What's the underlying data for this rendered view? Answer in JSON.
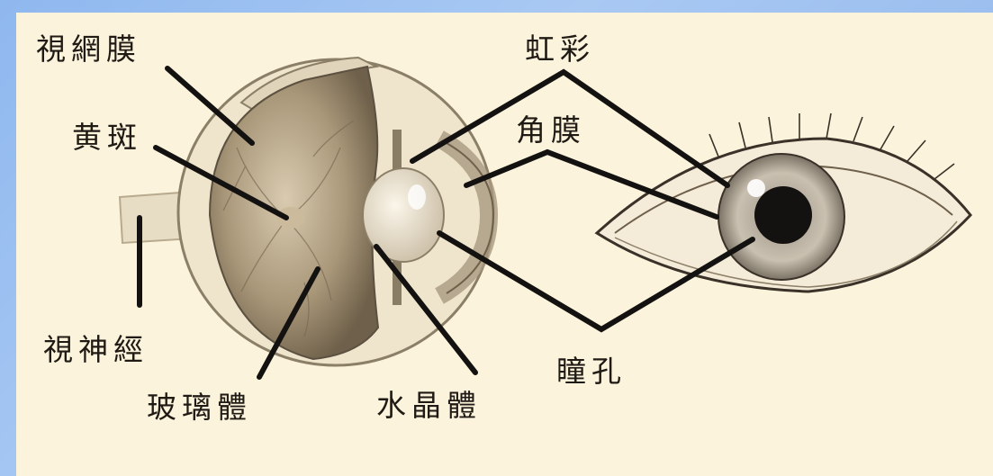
{
  "diagram": {
    "labels": {
      "retina": "視網膜",
      "macula": "黄斑",
      "optic_nerve": "視神經",
      "vitreous": "玻璃體",
      "lens": "水晶體",
      "iris": "虹彩",
      "cornea": "角膜",
      "pupil": "瞳孔"
    }
  }
}
